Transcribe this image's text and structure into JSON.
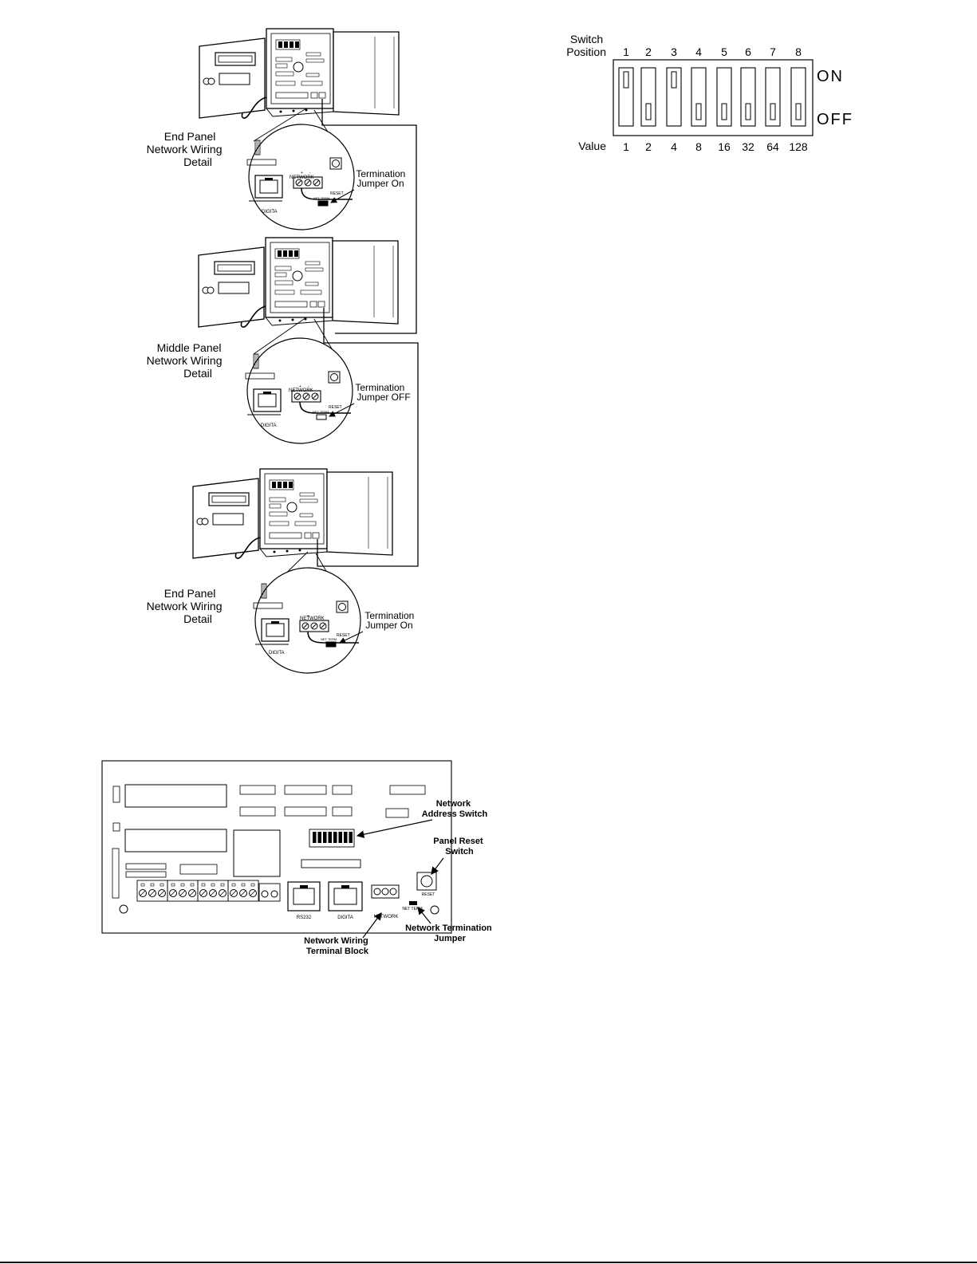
{
  "panels": [
    {
      "caption": [
        "End Panel",
        "Network Wiring",
        "Detail"
      ],
      "jumper_label": [
        "Termination",
        "Jumper On"
      ],
      "jumper_on": true,
      "network_label": "NETWORK",
      "connector_label": "DIGITA",
      "reset_label": "RESET",
      "term_label": "NET TERM"
    },
    {
      "caption": [
        "Middle Panel",
        "Network Wiring",
        "Detail"
      ],
      "jumper_label": [
        "Termination",
        "Jumper OFF"
      ],
      "jumper_on": false,
      "network_label": "NETWORK",
      "connector_label": "DIGITA",
      "reset_label": "RESET",
      "term_label": "NET TERM"
    },
    {
      "caption": [
        "End Panel",
        "Network Wiring",
        "Detail"
      ],
      "jumper_label": [
        "Termination",
        "Jumper On"
      ],
      "jumper_on": true,
      "network_label": "NETWORK",
      "connector_label": "DIGITA",
      "reset_label": "RESET",
      "term_label": "NET TERM"
    }
  ],
  "dip": {
    "position_label": [
      "Switch",
      "Position"
    ],
    "value_label": "Value",
    "on_label": "ON",
    "off_label": "OFF",
    "positions": [
      "1",
      "2",
      "3",
      "4",
      "5",
      "6",
      "7",
      "8"
    ],
    "values": [
      "1",
      "2",
      "4",
      "8",
      "16",
      "32",
      "64",
      "128"
    ],
    "states": [
      true,
      false,
      true,
      false,
      false,
      false,
      false,
      false
    ]
  },
  "board": {
    "callout_address": [
      "Network",
      "Address Switch"
    ],
    "callout_reset": [
      "Panel Reset",
      "Switch"
    ],
    "callout_term": [
      "Network Termination",
      "Jumper"
    ],
    "callout_block": [
      "Network Wiring",
      "Terminal Block"
    ],
    "port_rs232": "RS232",
    "port_digita": "DIGITA",
    "port_network": "NETWORK",
    "reset_label": "RESET",
    "term_label": "NET TERM"
  }
}
